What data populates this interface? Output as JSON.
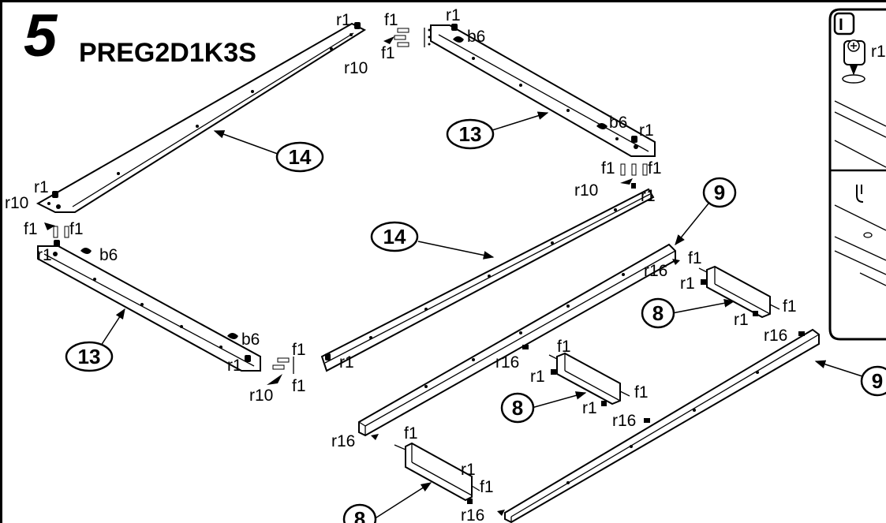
{
  "header": {
    "step_number": "5",
    "model_code": "PREG2D1K3S"
  },
  "callouts": {
    "part_14": "14",
    "part_13": "13",
    "part_9": "9",
    "part_8": "8"
  },
  "hardware": {
    "cam_lock": "r1",
    "cam_bolt": "r10",
    "dowel": "f1",
    "connector": "b6",
    "pin": "r16"
  },
  "inset": {
    "badge": "I",
    "label": "r1"
  }
}
